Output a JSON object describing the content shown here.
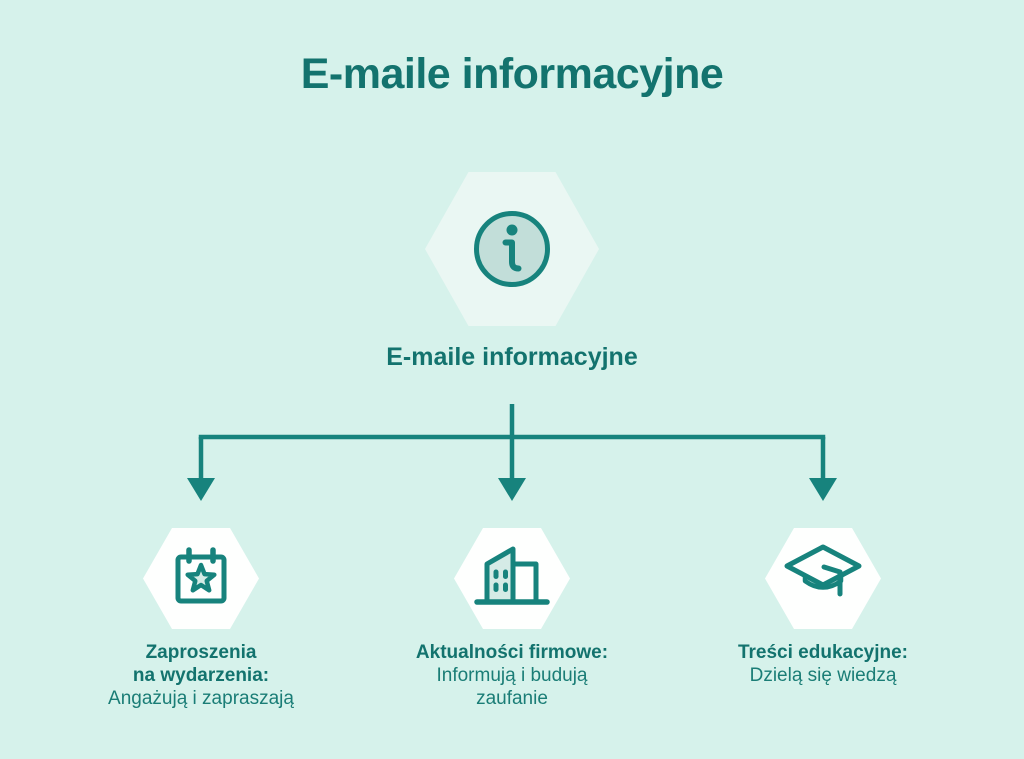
{
  "page": {
    "title": "E-maile informacyjne",
    "colors": {
      "background": "#d6f2eb",
      "teal": "#17837d",
      "text": "#13736e",
      "hex_center_fill": "#eaf7f3",
      "hex_branch_fill": "#fefffe",
      "icon_fill": "#d5ebe6",
      "info_circle_fill": "#c2ded9"
    }
  },
  "root": {
    "icon": "info-icon",
    "label": "E-maile informacyjne"
  },
  "branches": [
    {
      "icon": "calendar-star-icon",
      "heading": [
        "Zaproszenia",
        "na wydarzenia:"
      ],
      "body": [
        "Angażują i zapraszają"
      ]
    },
    {
      "icon": "office-building-icon",
      "heading": [
        "Aktualności firmowe:"
      ],
      "body": [
        "Informują i budują",
        "zaufanie"
      ]
    },
    {
      "icon": "graduation-cap-icon",
      "heading": [
        "Treści edukacyjne:"
      ],
      "body": [
        "Dzielą się wiedzą"
      ]
    }
  ]
}
